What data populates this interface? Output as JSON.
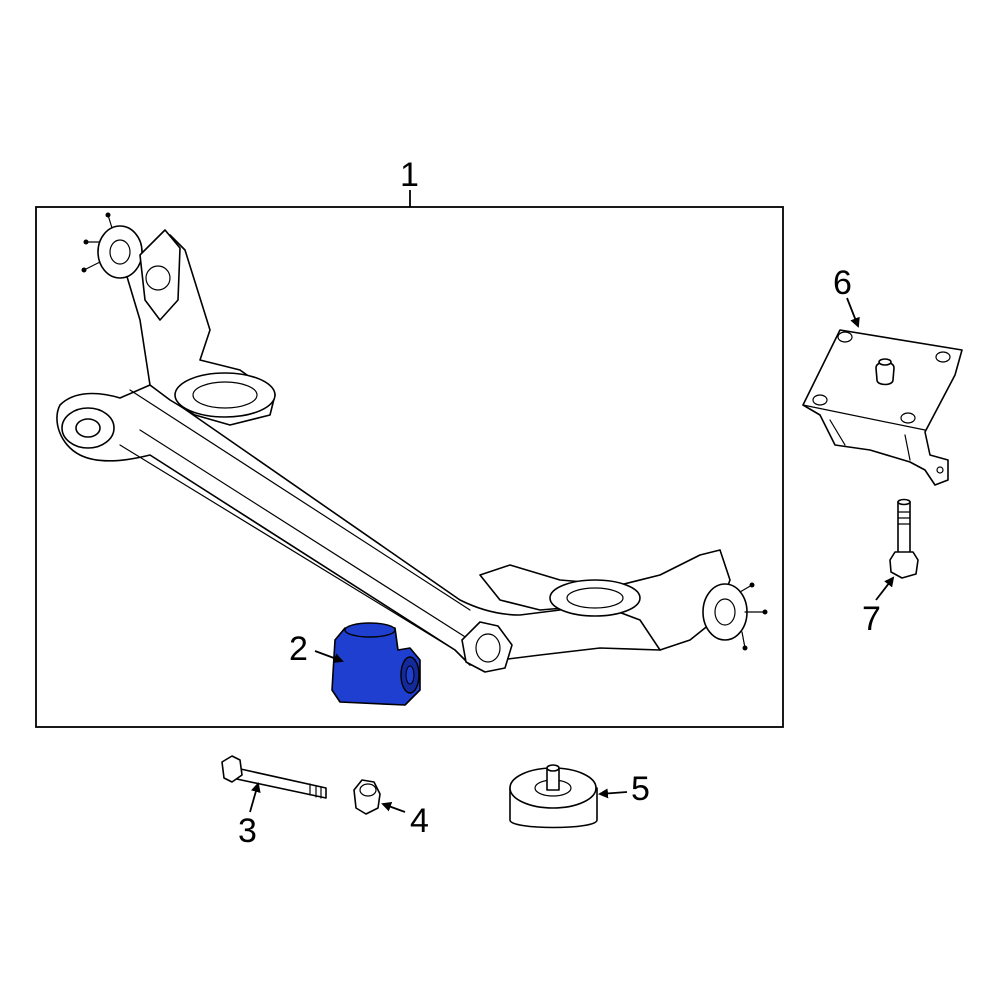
{
  "callouts": {
    "c1": "1",
    "c2": "2",
    "c3": "3",
    "c4": "4",
    "c5": "5",
    "c6": "6",
    "c7": "7"
  },
  "colors": {
    "highlight": "#1f3fd0",
    "highlight_dark": "#14299a",
    "line": "#000000",
    "background": "#ffffff"
  },
  "parts": [
    {
      "id": "1",
      "name": "axle-beam-assembly",
      "highlighted": false
    },
    {
      "id": "2",
      "name": "bushing",
      "highlighted": true
    },
    {
      "id": "3",
      "name": "bolt",
      "highlighted": false
    },
    {
      "id": "4",
      "name": "nut",
      "highlighted": false
    },
    {
      "id": "5",
      "name": "bumper",
      "highlighted": false
    },
    {
      "id": "6",
      "name": "mount-bracket",
      "highlighted": false
    },
    {
      "id": "7",
      "name": "bolt",
      "highlighted": false
    }
  ]
}
